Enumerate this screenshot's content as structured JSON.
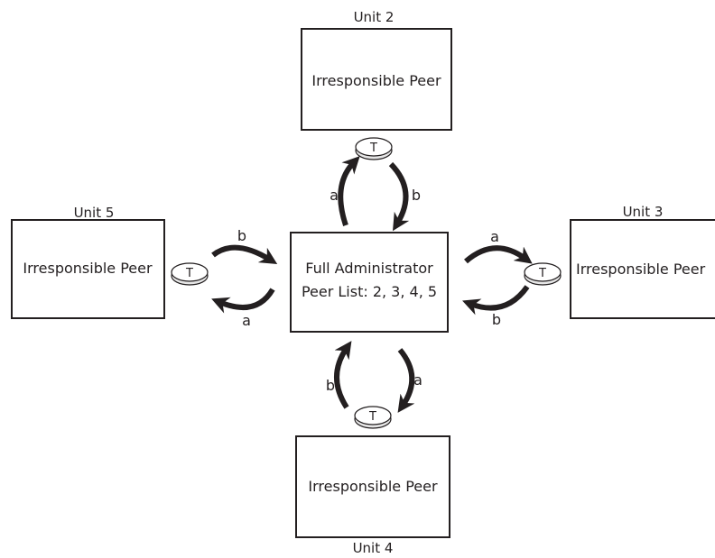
{
  "units": {
    "center": {
      "title": "Full Administrator",
      "peer_list": "Peer List: 2, 3, 4, 5"
    },
    "unit2": {
      "label": "Unit 2",
      "role": "Irresponsible Peer"
    },
    "unit3": {
      "label": "Unit 3",
      "role": "Irresponsible Peer"
    },
    "unit4": {
      "label": "Unit 4",
      "role": "Irresponsible Peer"
    },
    "unit5": {
      "label": "Unit 5",
      "role": "Irresponsible Peer"
    }
  },
  "token_label": "T",
  "arrow_labels": {
    "a": "a",
    "b": "b"
  }
}
